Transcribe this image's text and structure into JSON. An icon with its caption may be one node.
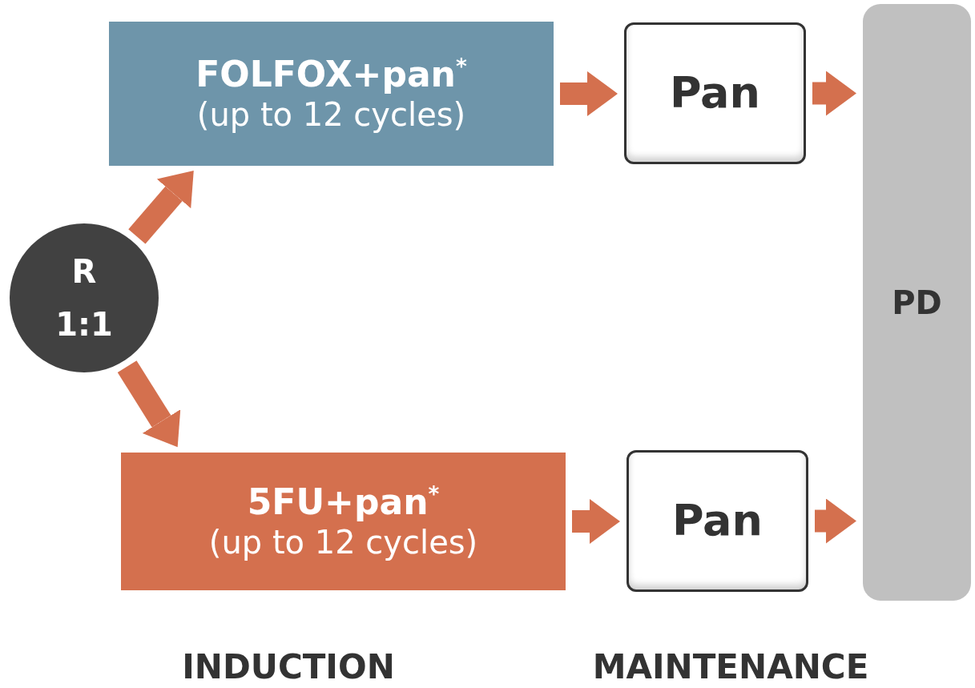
{
  "diagram": {
    "nodes": [
      {
        "text": [
          "R",
          "1:1"
        ]
      },
      {
        "text": [
          "FOLFOX+pan$^{*}$",
          "(up to 12 cycles)"
        ]
      },
      {
        "text": [
          "Pan"
        ]
      },
      {
        "text": [
          "5FU+pan$^{*}$",
          "(up to 12 cycles)"
        ]
      },
      {
        "text": [
          "Pan"
        ]
      },
      {
        "text": [
          "PD"
        ]
      }
    ],
    "edges": [
      {
        "from": 0,
        "to": 1,
        "arrow": "to"
      },
      {
        "from": 0,
        "to": 3,
        "arrow": "to"
      },
      {
        "from": 1,
        "to": 2,
        "arrow": "to"
      },
      {
        "from": 2,
        "to": 5,
        "arrow": "to"
      },
      {
        "from": 3,
        "to": 4,
        "arrow": "to"
      },
      {
        "from": 4,
        "to": 5,
        "arrow": "to"
      }
    ],
    "labels": [
      "INDUCTION",
      "MAINTENANCE"
    ]
  }
}
